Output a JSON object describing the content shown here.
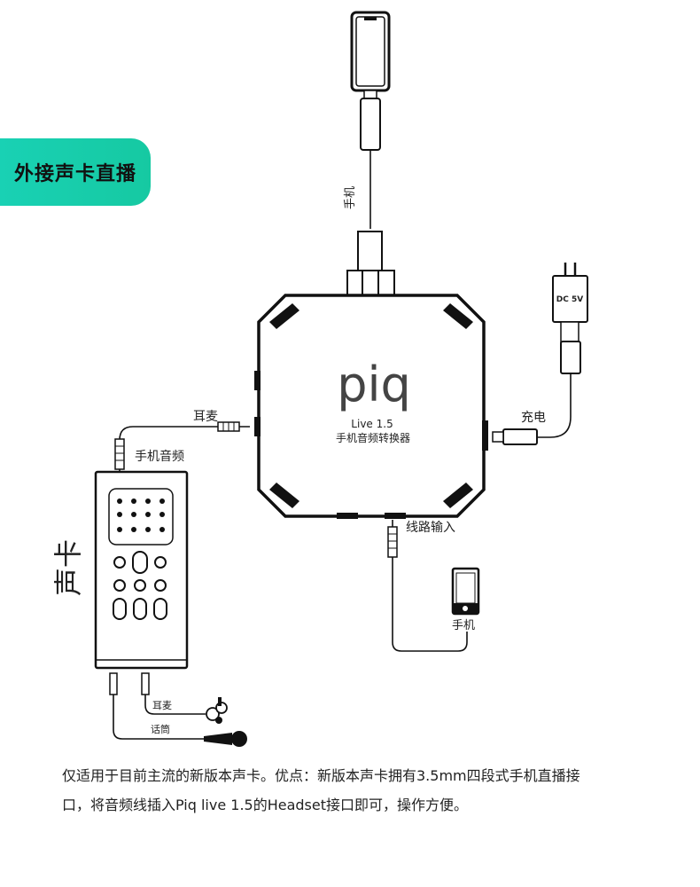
{
  "badge": {
    "text": "外接声卡直播"
  },
  "device": {
    "logo": "piq",
    "model": "Live 1.5",
    "subtitle": "手机音频转换器"
  },
  "labels": {
    "phone_top": "手机",
    "earphone": "耳麦",
    "phone_audio": "手机音频",
    "charge": "充电",
    "line_in": "线路输入",
    "phone_bottom": "手机",
    "soundcard": "声卡",
    "soundcard_earphone": "耳麦",
    "soundcard_mic": "话筒",
    "adapter": "DC 5V"
  },
  "caption": {
    "line1": "仅适用于目前主流的新版本声卡。优点：新版本声卡拥有3.5mm四段式手机直播接",
    "line2": "口，将音频线插入Piq live 1.5的Headset接口即可，操作方便。"
  }
}
